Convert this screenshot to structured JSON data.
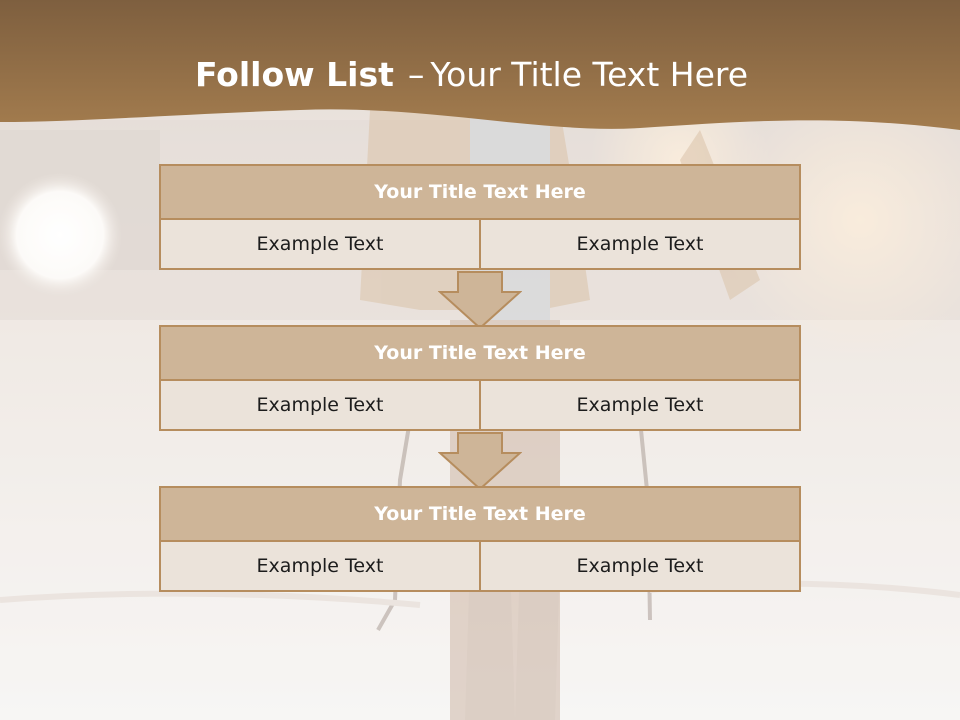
{
  "slide": {
    "title_bold": "Follow List",
    "title_separator": "–",
    "title_rest": "Your Title Text Here"
  },
  "blocks": [
    {
      "title": "Your Title Text Here",
      "cells": [
        "Example Text",
        "Example Text"
      ]
    },
    {
      "title": "Your Title Text Here",
      "cells": [
        "Example Text",
        "Example Text"
      ]
    },
    {
      "title": "Your Title Text Here",
      "cells": [
        "Example Text",
        "Example Text"
      ]
    }
  ],
  "colors": {
    "header_band": "#8e6a42",
    "block_title_fill": "#ceb598",
    "block_border": "#b68d5e",
    "cell_fill": "#ebe3da",
    "arrow_fill": "#ceb598"
  }
}
